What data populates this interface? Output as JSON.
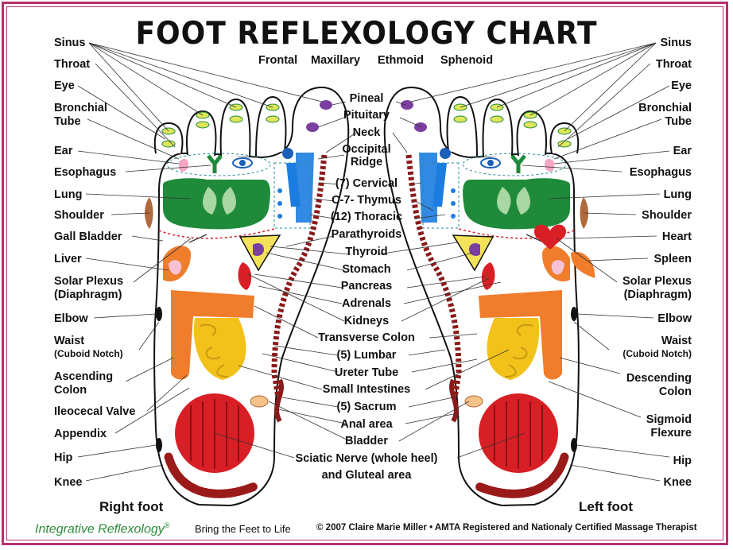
{
  "title": "FOOT REFLEXOLOGY CHART",
  "left_labels": [
    "Sinus",
    "Throat",
    "Eye",
    "Bronchial",
    "Tube",
    "Ear",
    "Esophagus",
    "Lung",
    "Shoulder",
    "Gall Bladder",
    "Liver",
    "Solar Plexus",
    "(Diaphragm)",
    "Elbow",
    "Waist",
    "(Cuboid Notch)",
    "Ascending",
    "Colon",
    "Ileocecal Valve",
    "Appendix",
    "Hip",
    "Knee"
  ],
  "right_labels": [
    "Sinus",
    "Throat",
    "Eye",
    "Bronchial",
    "Tube",
    "Ear",
    "Esophagus",
    "Lung",
    "Shoulder",
    "Heart",
    "Spleen",
    "Solar Plexus",
    "(Diaphragm)",
    "Elbow",
    "Waist",
    "(Cuboid Notch)",
    "Descending",
    "Colon",
    "Sigmoid",
    "Flexure",
    "Hip",
    "Knee"
  ],
  "top_labels": [
    "Frontal",
    "Maxillary",
    "Ethmoid",
    "Sphenoid"
  ],
  "center_labels": [
    "Pineal",
    "Pituitary",
    "Neck",
    "Occipital",
    "Ridge",
    "(7) Cervical",
    "C-7- Thymus",
    "(12) Thoracic",
    "Parathyroids",
    "Thyroid",
    "Stomach",
    "Pancreas",
    "Adrenals",
    "Kidneys",
    "Transverse Colon",
    "(5) Lumbar",
    "Ureter Tube",
    "Small Intestines",
    "(5) Sacrum",
    "Anal area",
    "Bladder",
    "Sciatic Nerve (whole heel)",
    "and Gluteal area"
  ],
  "feet": {
    "right": "Right foot",
    "left": "Left foot"
  },
  "footer": {
    "brand": "Integrative Reflexology",
    "reg": "®",
    "tagline": "Bring the Feet to Life",
    "copyright": "© 2007 Claire Marie Miller  •  AMTA Registered and Nationaly Certified Massage Therapist"
  },
  "colors": {
    "border": "#b8306f",
    "lung": "#1e8a3a",
    "colon": "#ef7d2c",
    "intestine": "#f2c21b",
    "heel": "#d81f26",
    "spine": "#8b1a1a",
    "brand": "#2e8b3a"
  }
}
